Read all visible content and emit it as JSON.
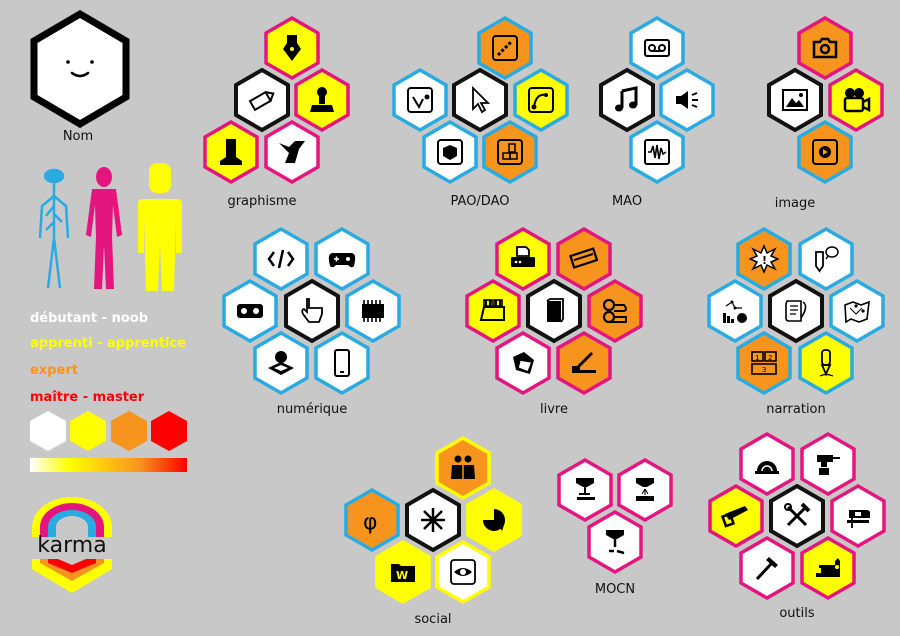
{
  "profile": {
    "name_label": "Nom",
    "avatar_face": "smiley"
  },
  "levels": {
    "items": [
      {
        "label": "débutant - noob",
        "color": "#ffffff"
      },
      {
        "label": "apprenti - apprentice",
        "color": "#ffff00"
      },
      {
        "label": "expert",
        "color": "#f7941d"
      },
      {
        "label": "maître - master",
        "color": "#ff0000"
      }
    ],
    "figures": [
      "nervous-system-figure",
      "muscle-figure",
      "silhouette-figure"
    ]
  },
  "logo": {
    "text": "karma"
  },
  "colors": {
    "background": "#c8c8c8",
    "cyan": "#29abe2",
    "magenta": "#e5157f",
    "yellow": "#ffff00",
    "orange": "#f7941d",
    "black": "#111111",
    "white": "#ffffff"
  },
  "groups": [
    {
      "id": "graphisme",
      "label": "graphisme",
      "hexes": [
        {
          "icon": "fountain-pen-nib",
          "fill": "yellow",
          "border": "magenta"
        },
        {
          "icon": "pencil",
          "fill": "white",
          "border": "black"
        },
        {
          "icon": "stamp",
          "fill": "yellow",
          "border": "magenta"
        },
        {
          "icon": "letterpress-type",
          "fill": "yellow",
          "border": "magenta"
        },
        {
          "icon": "origami-bird",
          "fill": "white",
          "border": "magenta"
        }
      ]
    },
    {
      "id": "pao-dao",
      "label": "PAO/DAO",
      "hexes": [
        {
          "icon": "polyline-tool",
          "fill": "orange",
          "border": "cyan"
        },
        {
          "icon": "vector-node",
          "fill": "white",
          "border": "cyan"
        },
        {
          "icon": "cursor-arrow",
          "fill": "white",
          "border": "black"
        },
        {
          "icon": "bezier-curve",
          "fill": "yellow",
          "border": "cyan"
        },
        {
          "icon": "3d-cube",
          "fill": "white",
          "border": "cyan"
        },
        {
          "icon": "layout-pages",
          "fill": "orange",
          "border": "cyan"
        }
      ]
    },
    {
      "id": "mao",
      "label": "MAO",
      "hexes": [
        {
          "icon": "cassette-tape",
          "fill": "white",
          "border": "cyan"
        },
        {
          "icon": "music-note",
          "fill": "white",
          "border": "black"
        },
        {
          "icon": "speaker-volume",
          "fill": "white",
          "border": "cyan"
        },
        {
          "icon": "waveform",
          "fill": "white",
          "border": "cyan"
        }
      ]
    },
    {
      "id": "image",
      "label": "image",
      "hexes": [
        {
          "icon": "camera",
          "fill": "orange",
          "border": "magenta"
        },
        {
          "icon": "landscape-picture",
          "fill": "white",
          "border": "black"
        },
        {
          "icon": "video-camera",
          "fill": "yellow",
          "border": "magenta"
        },
        {
          "icon": "play-video",
          "fill": "orange",
          "border": "cyan"
        }
      ]
    },
    {
      "id": "numerique",
      "label": "numérique",
      "hexes": [
        {
          "icon": "code-tag",
          "fill": "white",
          "border": "cyan"
        },
        {
          "icon": "gamepad",
          "fill": "white",
          "border": "cyan"
        },
        {
          "icon": "vr-headset",
          "fill": "white",
          "border": "cyan"
        },
        {
          "icon": "pointing-hand",
          "fill": "white",
          "border": "black"
        },
        {
          "icon": "microchip",
          "fill": "white",
          "border": "cyan"
        },
        {
          "icon": "3d-scan",
          "fill": "white",
          "border": "cyan"
        },
        {
          "icon": "smartphone",
          "fill": "white",
          "border": "cyan"
        }
      ]
    },
    {
      "id": "livre",
      "label": "livre",
      "hexes": [
        {
          "icon": "printer",
          "fill": "yellow",
          "border": "magenta"
        },
        {
          "icon": "screen-print-squeegee",
          "fill": "orange",
          "border": "magenta"
        },
        {
          "icon": "binding-machine",
          "fill": "yellow",
          "border": "magenta"
        },
        {
          "icon": "book",
          "fill": "white",
          "border": "black"
        },
        {
          "icon": "offset-rollers",
          "fill": "orange",
          "border": "magenta"
        },
        {
          "icon": "paper-fold",
          "fill": "white",
          "border": "magenta"
        },
        {
          "icon": "paper-cutter",
          "fill": "orange",
          "border": "magenta"
        }
      ]
    },
    {
      "id": "narration",
      "label": "narration",
      "hexes": [
        {
          "icon": "comic-burst",
          "fill": "orange",
          "border": "cyan"
        },
        {
          "icon": "pencil-speech",
          "fill": "white",
          "border": "cyan"
        },
        {
          "icon": "data-visualization",
          "fill": "white",
          "border": "cyan"
        },
        {
          "icon": "scroll-quill",
          "fill": "white",
          "border": "black"
        },
        {
          "icon": "treasure-map",
          "fill": "white",
          "border": "cyan"
        },
        {
          "icon": "comic-panels",
          "fill": "orange",
          "border": "cyan"
        },
        {
          "icon": "fountain-pen",
          "fill": "yellow",
          "border": "cyan"
        }
      ]
    },
    {
      "id": "social",
      "label": "social",
      "hexes": [
        {
          "icon": "people-pair",
          "fill": "orange",
          "border": "yellow"
        },
        {
          "icon": "phi-symbol",
          "fill": "orange",
          "border": "cyan"
        },
        {
          "icon": "network-asterisk",
          "fill": "white",
          "border": "black"
        },
        {
          "icon": "pie-chart",
          "fill": "yellow",
          "border": "yellow"
        },
        {
          "icon": "wiki-folder",
          "fill": "yellow",
          "border": "yellow"
        },
        {
          "icon": "eye-view",
          "fill": "white",
          "border": "yellow"
        }
      ]
    },
    {
      "id": "mocn",
      "label": "MOCN",
      "hexes": [
        {
          "icon": "3d-printer",
          "fill": "white",
          "border": "magenta"
        },
        {
          "icon": "laser-cutter",
          "fill": "white",
          "border": "magenta"
        },
        {
          "icon": "cnc-mill",
          "fill": "white",
          "border": "magenta"
        }
      ]
    },
    {
      "id": "outils",
      "label": "outils",
      "hexes": [
        {
          "icon": "circular-saw",
          "fill": "white",
          "border": "magenta"
        },
        {
          "icon": "power-drill",
          "fill": "white",
          "border": "magenta"
        },
        {
          "icon": "hand-saw",
          "fill": "yellow",
          "border": "magenta"
        },
        {
          "icon": "wrench-hammer",
          "fill": "white",
          "border": "black"
        },
        {
          "icon": "jigsaw",
          "fill": "white",
          "border": "magenta"
        },
        {
          "icon": "hammer",
          "fill": "white",
          "border": "magenta"
        },
        {
          "icon": "sewing-machine",
          "fill": "yellow",
          "border": "magenta"
        }
      ]
    }
  ]
}
